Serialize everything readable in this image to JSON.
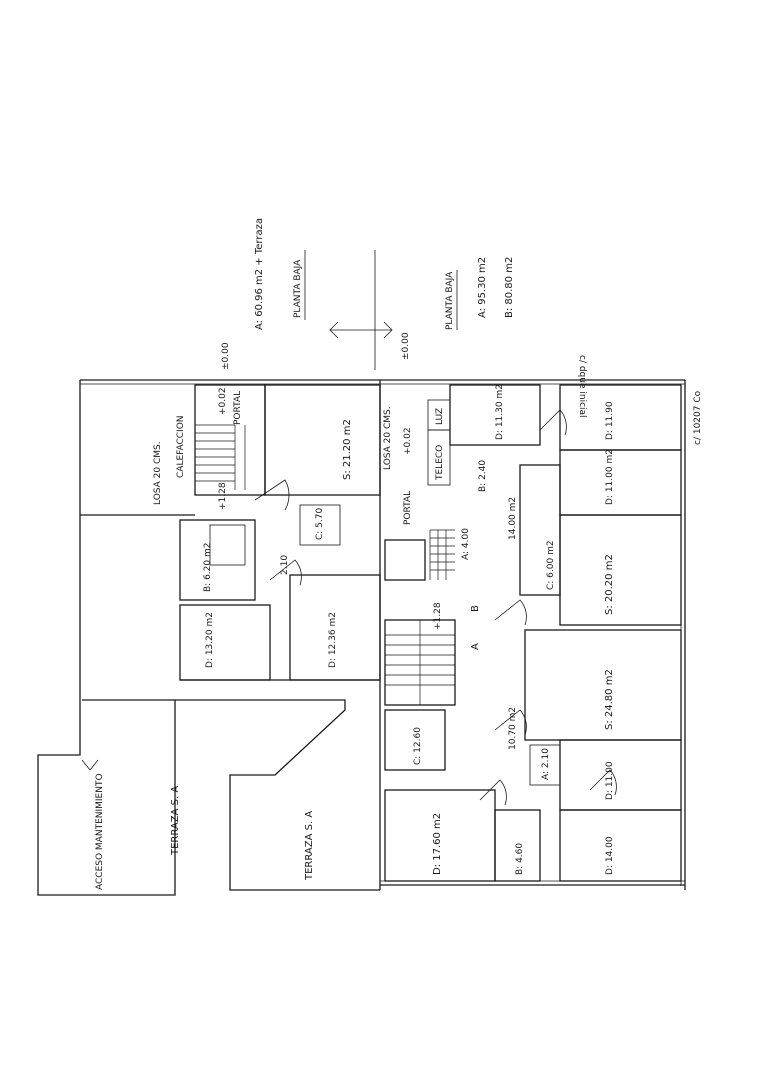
{
  "header": {
    "area_total": "A: 60.96 m2 + Terraza",
    "planta_baja_top": "PLANTA BAJA",
    "planta_baja_mid": "PLANTA BAJA",
    "area_a": "A: 95.30 m2",
    "area_b": "B: 80.80 m2",
    "level_left": "±0.00",
    "level_right": "±0.00",
    "neighbor_note": "c/ dque inicial",
    "street_note": "c/ 10207 Co"
  },
  "rooms": {
    "calefaccion": "CALEFACCION",
    "losa_left": "LOSA 20 CMS.",
    "portal_top_level": "+0.02",
    "portal_top": "PORTAL",
    "portal_top_plus": "+1.28",
    "b_left": "B: 6.20 m2",
    "door_210": "2.10",
    "d_left": "D: 13.20 m2",
    "s_left": "S: 21.20 m2",
    "c_left": "C: 5.70",
    "d_mid_left": "D: 12.36 m2",
    "losa_center": "LOSA 20 CMS.",
    "level_center": "+0.02",
    "portal_center": "PORTAL",
    "plus128_center": "+1.28",
    "luz": "LUZ",
    "teleco": "TELECO",
    "d_top_right": "D: 11.30 m2",
    "b_240": "B: 2.40",
    "a_400": "A: 4.00",
    "p_1400": "14.00 m2",
    "c_600": "C: 6.00 m2",
    "s_2020": "S: 20.20 m2",
    "d_1190": "D: 11.90",
    "d_1100": "D: 11.00 m2",
    "s_2480": "S: 24.80 m2",
    "c_1260": "C: 12.60",
    "p_1070": "10.70 m2",
    "a_210": "A: 2.10",
    "d_1100b": "D: 11.00",
    "d_1760": "D: 17.60 m2",
    "b_460": "B: 4.60",
    "d_1400": "D: 14.00",
    "terraza_a": "TERRAZA S. A",
    "terraza_b": "TERRAZA S. A",
    "acceso": "ACCESO MANTENIMIENTO",
    "letter_a": "A",
    "letter_b": "B"
  }
}
